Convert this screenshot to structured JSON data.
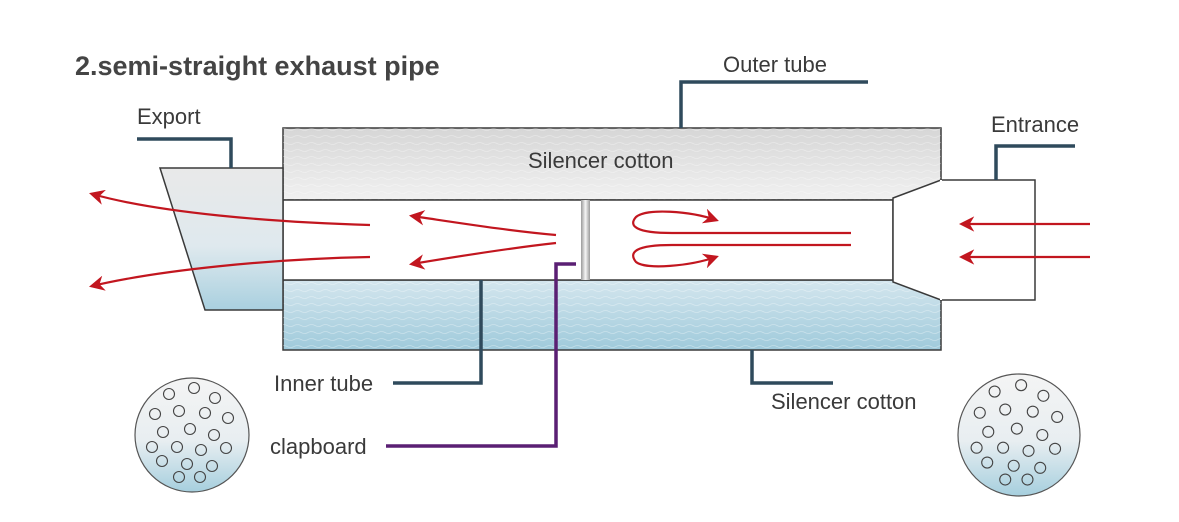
{
  "title": "2.semi-straight exhaust pipe",
  "labels": {
    "outer_tube": "Outer tube",
    "export": "Export",
    "entrance": "Entrance",
    "silencer_cotton_top": "Silencer cotton",
    "silencer_cotton_bottom": "Silencer cotton",
    "inner_tube": "Inner tube",
    "clapboard": "clapboard"
  },
  "colors": {
    "flow_arrow": "#c2161f",
    "leader_line": "#2f4a5c",
    "clapboard_leader": "#5a1f73",
    "silencer_top_fill": "#e4e4e4",
    "silencer_bottom_fill": "#b8d8e6",
    "tube_outline": "#3a3a3a"
  },
  "icons": {
    "left_cross_section": "perforated-disc-icon",
    "right_cross_section": "perforated-disc-icon"
  }
}
